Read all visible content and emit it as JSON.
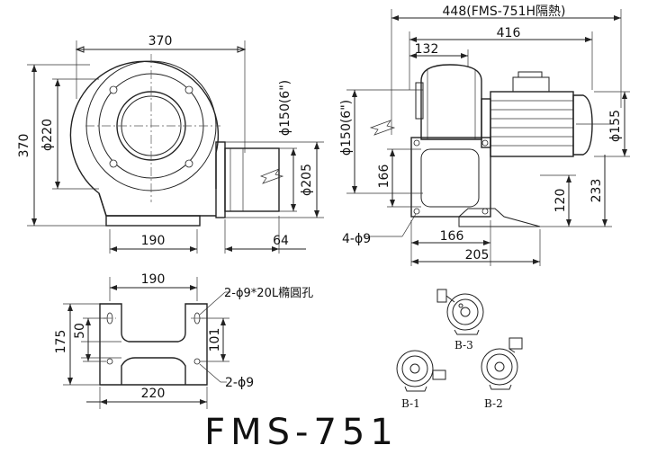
{
  "drawing": {
    "front": {
      "width": "370",
      "height": "370",
      "inner_dia": "ϕ220",
      "outlet_dia": "ϕ150(6\")",
      "outlet_flange_dia": "ϕ205",
      "base_width": "190",
      "outlet_depth": "64"
    },
    "side": {
      "total_length": "448(FMS-751H隔熱)",
      "length": "416",
      "inlet_offset": "132",
      "motor_dia": "ϕ155",
      "inlet_dia": "ϕ150(6\")",
      "inlet_height": "166",
      "flange_width": "166",
      "base_length": "205",
      "holes": "4-ϕ9",
      "center_height": "233",
      "base_height": "120"
    },
    "base": {
      "width_top": "190",
      "width_bottom": "220",
      "depth": "175",
      "inner_depth": "50",
      "slot_depth": "101",
      "slot_holes": "2-ϕ9*20L橢圓孔",
      "round_holes": "2-ϕ9"
    },
    "variants": {
      "b3": "B-3",
      "b1": "B-1",
      "b2": "B-2"
    },
    "model": "FMS-751"
  }
}
